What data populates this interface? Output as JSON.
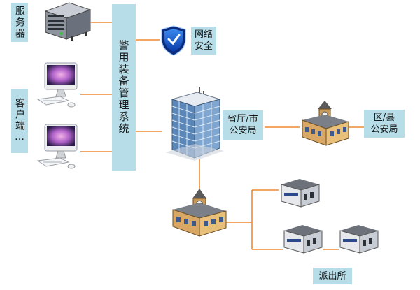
{
  "labels": {
    "server": "服务器",
    "client": "客户端…",
    "system": "警用装备管理系统",
    "network_security_line1": "网络",
    "network_security_line2": "安全",
    "province_line1": "省厅/市",
    "province_line2": "公安局",
    "district_line1": "区/县",
    "district_line2": "公安局",
    "station": "派出所"
  },
  "colors": {
    "box_fill": "#b6dde8",
    "connector": "#f08a30"
  },
  "icons": [
    "server-icon",
    "imac-icon",
    "shield-icon",
    "office-tower-icon",
    "city-hall-icon",
    "police-station-icon"
  ]
}
